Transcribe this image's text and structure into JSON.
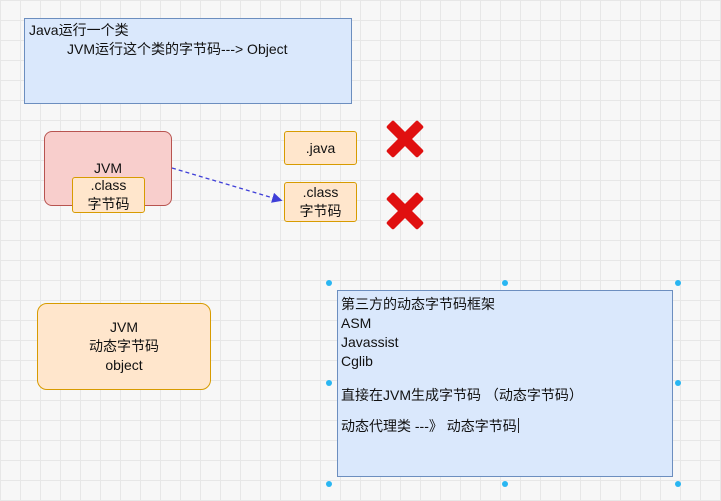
{
  "top_box": {
    "line1": "Java运行一个类",
    "line2": "JVM运行这个类的字节码---> Object"
  },
  "jvm_box": {
    "title": "JVM",
    "inner_line1": ".class",
    "inner_line2": "字节码"
  },
  "java_box": {
    "label": ".java"
  },
  "class_box": {
    "line1": ".class",
    "line2": "字节码"
  },
  "dynamic_box": {
    "line1": "JVM",
    "line2": "动态字节码",
    "line3": "object"
  },
  "framework_box": {
    "line1": "第三方的动态字节码框架",
    "line2": "ASM",
    "line3": "Javassist",
    "line4": "Cglib",
    "line5": "直接在JVM生成字节码  （动态字节码）",
    "line6": "动态代理类 ---》 动态字节码"
  },
  "colors": {
    "blue_fill": "#dae8fc",
    "blue_stroke": "#6c8ebf",
    "pink_fill": "#f8cecc",
    "pink_stroke": "#b85450",
    "orange_fill": "#ffe6cc",
    "orange_stroke": "#d79b00",
    "cross": "#e01010",
    "arrow": "#3f3fd8",
    "selection_handle": "#29b6f2"
  },
  "icons": {
    "cross_1": "red-x-icon",
    "cross_2": "red-x-icon"
  }
}
